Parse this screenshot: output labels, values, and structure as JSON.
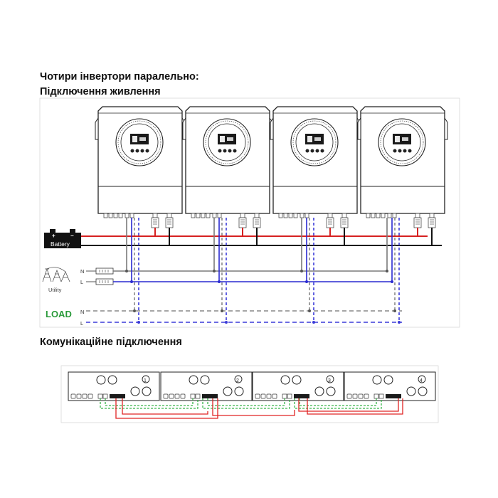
{
  "headings": {
    "title_line1": "Чотири інвертори паралельно:",
    "title_line2": "Підключення живлення",
    "comm_title": "Комунікаційне підключення"
  },
  "battery": {
    "label": "Battery",
    "plus": "+",
    "minus": "−"
  },
  "utility": {
    "label": "Utility",
    "n": "N",
    "l": "L"
  },
  "load": {
    "label": "LOAD",
    "n": "N",
    "l": "L"
  },
  "units": [
    "1",
    "2",
    "3",
    "4"
  ],
  "colors": {
    "battery_positive": "#d62020",
    "battery_negative": "#111111",
    "utility_n": "#7a7a7a",
    "utility_l": "#2a2ad0",
    "load_n": "#888888",
    "load_l": "#3a3ad8",
    "load_text": "#2a9a3a",
    "comm_green": "#39b54a",
    "comm_red": "#e02424"
  }
}
